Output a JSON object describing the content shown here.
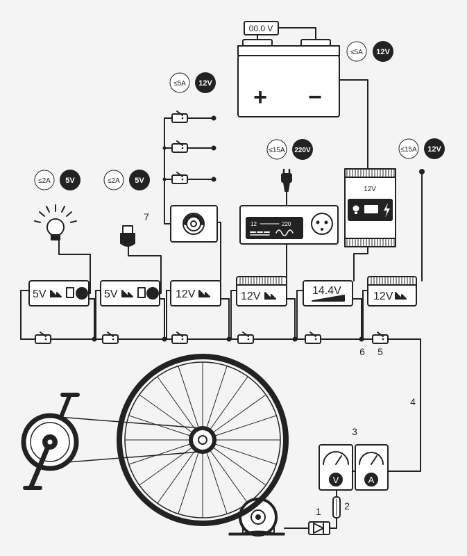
{
  "colors": {
    "background": "#f4f4f4",
    "ink": "#222222",
    "badge_fill": "#222222",
    "badge_text": "#ffffff",
    "panel_fill": "#ffffff"
  },
  "battery": {
    "voltmeter_readout": "00.0 V",
    "plus_symbol": "+",
    "minus_symbol": "−",
    "current_badge": "≤5A",
    "voltage_badge": "12V"
  },
  "lights_branch": {
    "current_badge": "≤5A",
    "voltage_badge": "12V"
  },
  "inverter": {
    "current_badge": "≤15A",
    "voltage_badge": "220V",
    "scale_low": "12",
    "scale_high": "220"
  },
  "charge_controller": {
    "voltage_label": "12V"
  },
  "output_12v": {
    "current_badge": "≤15A",
    "voltage_badge": "12V"
  },
  "bulb_branch": {
    "current_badge": "≤2A",
    "voltage_badge": "5V"
  },
  "usb_branch": {
    "current_badge": "≤2A",
    "voltage_badge": "5V"
  },
  "modules": [
    {
      "label": "5V"
    },
    {
      "label": "5V"
    },
    {
      "label": "12V"
    },
    {
      "label": "12V"
    },
    {
      "label": "14.4V"
    },
    {
      "label": "12V"
    }
  ],
  "meters": {
    "volt_symbol": "V",
    "amp_symbol": "A"
  },
  "callouts": {
    "c1": "1",
    "c2": "2",
    "c3": "3",
    "c4": "4",
    "c5": "5",
    "c6": "6",
    "c7": "7"
  }
}
